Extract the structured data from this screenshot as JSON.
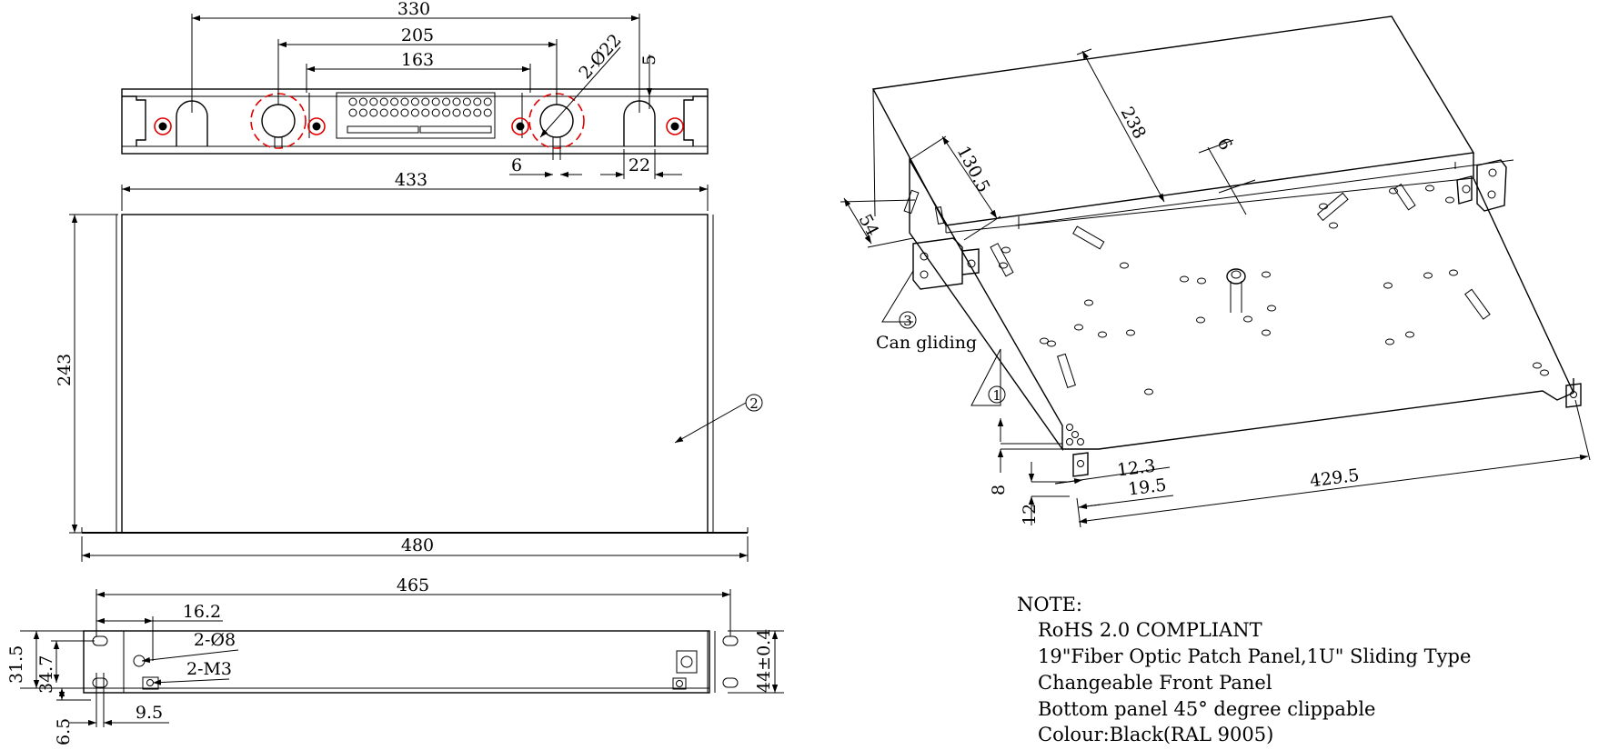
{
  "top_view": {
    "dims": [
      "330",
      "205",
      "163",
      "2-Ø22",
      "5",
      "6",
      "22"
    ]
  },
  "front_view": {
    "dims": [
      "433",
      "243",
      "480"
    ],
    "callout": "2"
  },
  "side_view": {
    "dims": [
      "465",
      "16.2",
      "2-Ø8",
      "2-M3",
      "31.5",
      "34.7",
      "9.5",
      "6.5",
      "44±0.4"
    ]
  },
  "iso_view": {
    "dims": [
      "238",
      "130.5",
      "54",
      "6",
      "8",
      "12",
      "12.3",
      "19.5",
      "429.5"
    ],
    "callout_1": "1",
    "callout_3": "3",
    "can_gliding": "Can gliding"
  },
  "notes": {
    "title": "NOTE:",
    "lines": [
      "RoHS 2.0 COMPLIANT",
      "19\"Fiber Optic Patch Panel,1U\" Sliding Type",
      "Changeable Front Panel",
      "Bottom panel 45° degree clippable",
      "Colour:Black(RAL 9005)"
    ]
  }
}
